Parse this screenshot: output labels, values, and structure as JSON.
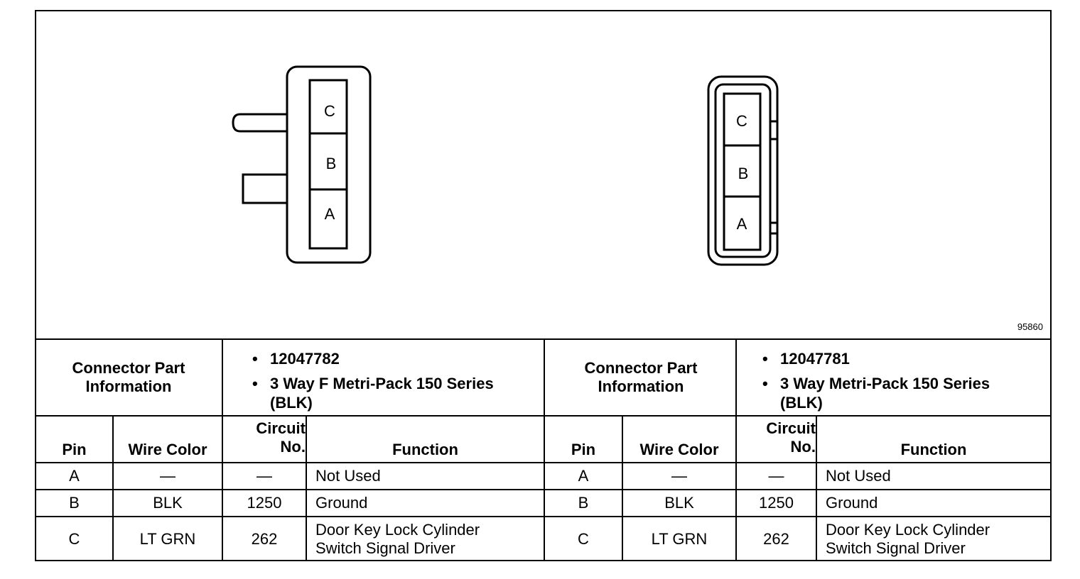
{
  "figure_id": "95860",
  "connector_left": {
    "pins": [
      "C",
      "B",
      "A"
    ],
    "part_info_label": "Connector Part Information",
    "bullets": [
      "12047782",
      "3 Way F Metri-Pack 150 Series (BLK)"
    ]
  },
  "connector_right": {
    "pins": [
      "C",
      "B",
      "A"
    ],
    "part_info_label": "Connector Part Information",
    "bullets": [
      "12047781",
      "3 Way Metri-Pack 150 Series (BLK)"
    ]
  },
  "table": {
    "headers": {
      "pin": "Pin",
      "wire_color": "Wire Color",
      "circuit_line1": "Circuit",
      "circuit_line2": "No.",
      "function": "Function"
    },
    "rows": [
      {
        "pin": "A",
        "wire_color": "—",
        "circuit": "—",
        "function": "Not Used"
      },
      {
        "pin": "B",
        "wire_color": "BLK",
        "circuit": "1250",
        "function": "Ground"
      },
      {
        "pin": "C",
        "wire_color": "LT GRN",
        "circuit": "262",
        "function": "Door Key Lock Cylinder Switch Signal Driver"
      }
    ]
  }
}
